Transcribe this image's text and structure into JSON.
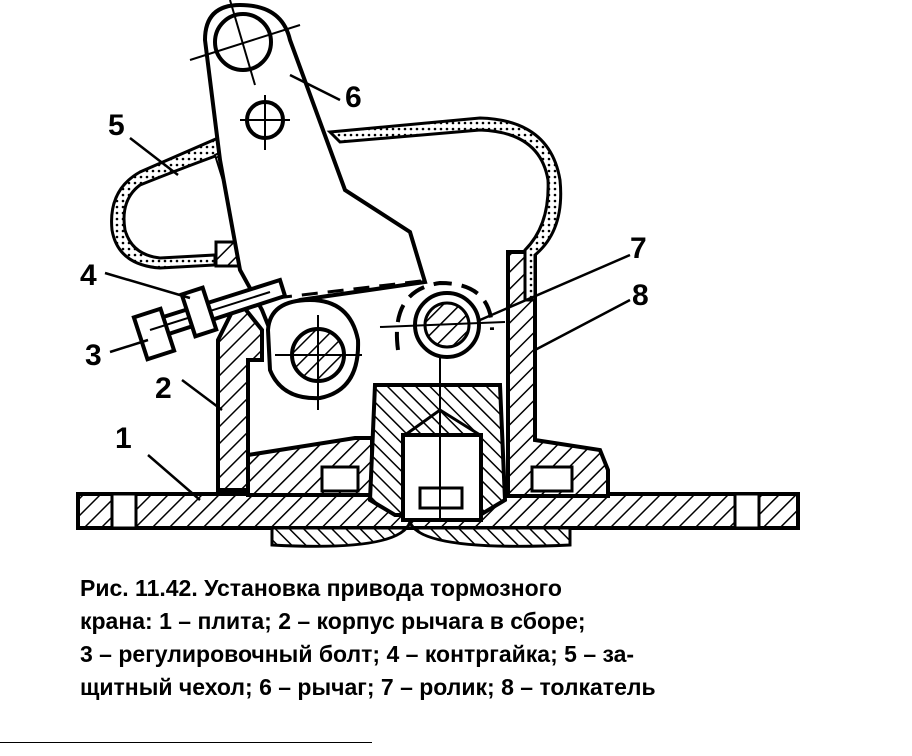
{
  "figure": {
    "callouts": [
      {
        "id": "1",
        "text": "1"
      },
      {
        "id": "2",
        "text": "2"
      },
      {
        "id": "3",
        "text": "3"
      },
      {
        "id": "4",
        "text": "4"
      },
      {
        "id": "5",
        "text": "5"
      },
      {
        "id": "6",
        "text": "6"
      },
      {
        "id": "7",
        "text": "7"
      },
      {
        "id": "8",
        "text": "8"
      }
    ]
  },
  "caption": {
    "title": "Рис. 11.42. Установка привода тормозного крана:",
    "items": [
      {
        "num": "1",
        "text": "плита"
      },
      {
        "num": "2",
        "text": "корпус рычага в сборе"
      },
      {
        "num": "3",
        "text": "регулировочный болт"
      },
      {
        "num": "4",
        "text": "контргайка"
      },
      {
        "num": "5",
        "text": "защитный чехол"
      },
      {
        "num": "6",
        "text": "рычаг"
      },
      {
        "num": "7",
        "text": "ролик"
      },
      {
        "num": "8",
        "text": "толкатель"
      }
    ],
    "line1": "Рис. 11.42. Установка привода тормозного",
    "line2": "крана: 1 – плита; 2 – корпус рычага в сборе;",
    "line3": "3 – регулировочный болт; 4 – контргайка; 5 – за-",
    "line4": "щитный чехол; 6 – рычаг; 7 – ролик; 8 – толкатель"
  }
}
